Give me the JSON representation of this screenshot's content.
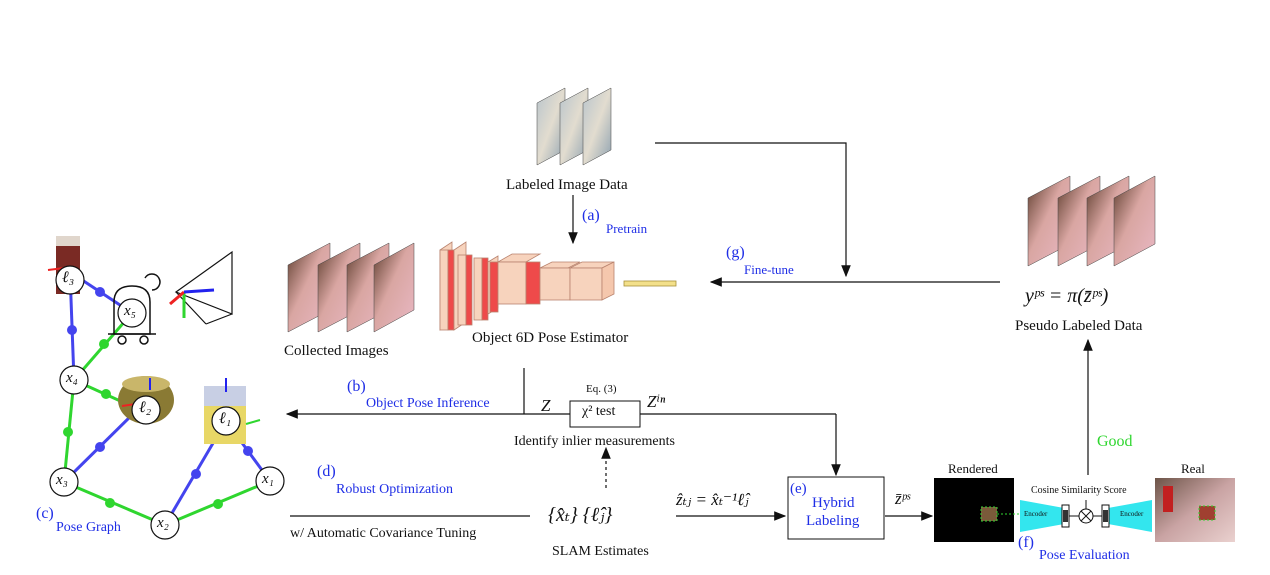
{
  "texts": {
    "labeled_image_data": "Labeled Image Data",
    "a_tag": "(a)",
    "pretrain": "Pretrain",
    "g_tag": "(g)",
    "fine_tune": "Fine-tune",
    "collected_images": "Collected Images",
    "estimator": "Object 6D Pose Estimator",
    "pseudo_formula": "yᵖˢ = π(z̄ᵖˢ)",
    "pseudo_labeled": "Pseudo Labeled Data",
    "b_tag": "(b)",
    "object_pose_inference": "Object Pose Inference",
    "z": "Z",
    "eq3": "Eq. (3)",
    "chi_test": "χ² test",
    "z_in": "Zⁱⁿ",
    "identify_inlier": "Identify inlier measurements",
    "good": "Good",
    "d_tag": "(d)",
    "robust_opt": "Robust Optimization",
    "slam_sets": "{x̂ₜ}  {ℓ̂ⱼ}",
    "z_hat_eq": "ẑₜⱼ = x̂ₜ⁻¹ℓ̂ⱼ",
    "e_tag": "(e)",
    "hybrid": "Hybrid",
    "labeling": "Labeling",
    "z_bar": "z̄ᵖˢ",
    "rendered": "Rendered",
    "real": "Real",
    "cosine": "Cosine Similarity Score",
    "encoder": "Encoder",
    "f_tag": "(f)",
    "pose_eval": "Pose Evaluation",
    "c_tag": "(c)",
    "pose_graph": "Pose Graph",
    "auto_cov": "w/ Automatic Covariance Tuning",
    "slam_estimates": "SLAM Estimates"
  },
  "graph_nodes": {
    "l3": "ℓ₃",
    "x5": "x₅",
    "x4": "x₄",
    "l2": "ℓ₂",
    "l1": "ℓ₁",
    "x3": "x₃",
    "x1": "x₁",
    "x2": "x₂"
  },
  "colors": {
    "accent_blue": "#1f2ee6",
    "green": "#2fd62f",
    "edge_blue": "#4444ee",
    "cyan": "#33e6ee",
    "network_red": "#ee4a4a",
    "network_peach": "#f7d3bd"
  }
}
